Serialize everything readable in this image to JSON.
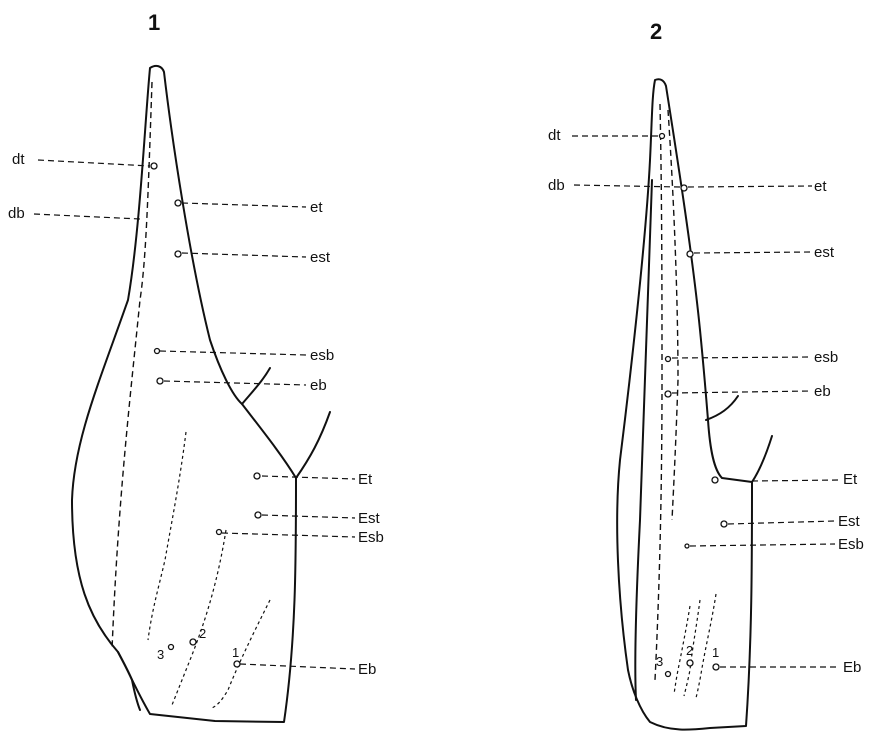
{
  "figures": [
    {
      "number": "1",
      "labels": {
        "dt": "dt",
        "db": "db",
        "et": "et",
        "est": "est",
        "esb": "esb",
        "eb": "eb",
        "Et": "Et",
        "Est": "Est",
        "Esb": "Esb",
        "Eb": "Eb",
        "n1": "1",
        "n2": "2",
        "n3": "3"
      }
    },
    {
      "number": "2",
      "labels": {
        "dt": "dt",
        "db": "db",
        "et": "et",
        "est": "est",
        "esb": "esb",
        "eb": "eb",
        "Et": "Et",
        "Est": "Est",
        "Esb": "Esb",
        "Eb": "Eb",
        "n1": "1",
        "n2": "2",
        "n3": "3"
      }
    }
  ]
}
